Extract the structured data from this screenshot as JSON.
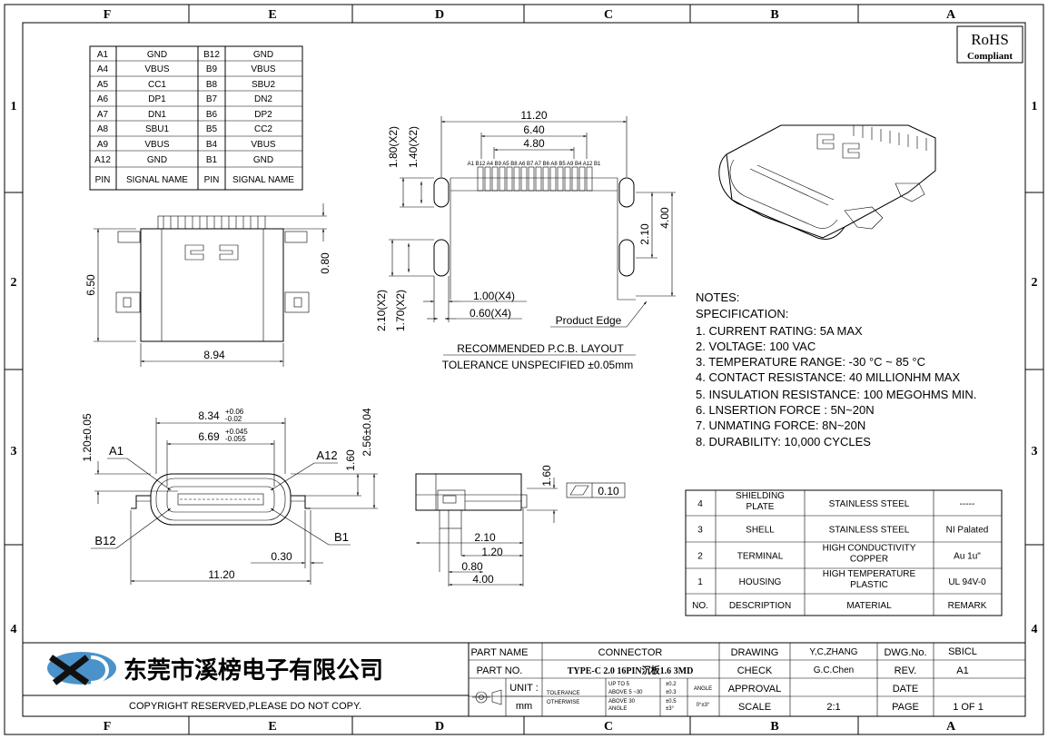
{
  "border": {
    "cols": [
      "F",
      "E",
      "D",
      "C",
      "B",
      "A"
    ],
    "rows": [
      "1",
      "2",
      "3",
      "4"
    ]
  },
  "pin_table": {
    "rows": [
      [
        "A1",
        "GND",
        "B12",
        "GND"
      ],
      [
        "A4",
        "VBUS",
        "B9",
        "VBUS"
      ],
      [
        "A5",
        "CC1",
        "B8",
        "SBU2"
      ],
      [
        "A6",
        "DP1",
        "B7",
        "DN2"
      ],
      [
        "A7",
        "DN1",
        "B6",
        "DP2"
      ],
      [
        "A8",
        "SBU1",
        "B5",
        "CC2"
      ],
      [
        "A9",
        "VBUS",
        "B4",
        "VBUS"
      ],
      [
        "A12",
        "GND",
        "B1",
        "GND"
      ]
    ],
    "header": [
      "PIN",
      "SIGNAL NAME",
      "PIN",
      "SIGNAL NAME"
    ]
  },
  "rohs": {
    "line1": "RoHS",
    "line2": "Compliant"
  },
  "dims": {
    "top_650": "6.50",
    "top_080": "0.80",
    "top_894": "8.94",
    "pcb_1120": "11.20",
    "pcb_640": "6.40",
    "pcb_480": "4.80",
    "pcb_180x2": "1.80(X2)",
    "pcb_140x2": "1.40(X2)",
    "pcb_210": "2.10",
    "pcb_400": "4.00",
    "pcb_210x2": "2.10(X2)",
    "pcb_170x2": "1.70(X2)",
    "pcb_100x4": "1.00(X4)",
    "pcb_060x4": "0.60(X4)",
    "product_edge": "Product Edge",
    "pcb_title": "RECOMMENDED   P.C.B.  LAYOUT",
    "pcb_tol": "TOLERANCE UNSPECIFIED ±0.05mm",
    "pin_labels": "A1 B12 A4 B9 A5 B8 A6 B7 A7 B6 A8 B5 A9 B4 A12 B1",
    "front_834": "8.34",
    "front_834_tol_up": "+0.06",
    "front_834_tol_dn": "-0.02",
    "front_669": "6.69",
    "front_669_tol_up": "+0.045",
    "front_669_tol_dn": "-0.055",
    "front_120": "1.20±0.05",
    "front_256": "2.56±0.04",
    "front_160": "1.60",
    "front_030": "0.30",
    "front_1120": "11.20",
    "lbl_A1": "A1",
    "lbl_A12": "A12",
    "lbl_B12": "B12",
    "lbl_B1": "B1",
    "side_160": "1.60",
    "side_flat": "0.10",
    "side_210": "2.10",
    "side_120": "1.20",
    "side_080": "0.80",
    "side_400": "4.00"
  },
  "notes": {
    "title": "NOTES:",
    "subtitle": "SPECIFICATION:",
    "items": [
      "1. CURRENT RATING: 5A MAX",
      "2. VOLTAGE: 100 VAC",
      "3. TEMPERATURE RANGE: -30 °C ~ 85 °C",
      "4. CONTACT RESISTANCE: 40 MILLIONHM MAX",
      "5. INSULATION RESISTANCE: 100 MEGOHMS MIN.",
      "6. LNSERTION FORCE : 5N~20N",
      "7. UNMATING FORCE: 8N~20N",
      "8. DURABILITY:   10,000 CYCLES"
    ]
  },
  "material_table": {
    "rows": [
      [
        "4",
        "SHIELDING PLATE",
        "STAINLESS STEEL",
        "-----"
      ],
      [
        "3",
        "SHELL",
        "STAINLESS STEEL",
        "NI Palated"
      ],
      [
        "2",
        "TERMINAL",
        "HIGH CONDUCTIVITY COPPER",
        "Au 1u\""
      ],
      [
        "1",
        "HOUSING",
        "HIGH TEMPERATURE PLASTIC",
        "UL 94V-0"
      ]
    ],
    "header": [
      "NO.",
      "DESCRIPTION",
      "MATERIAL",
      "REMARK"
    ]
  },
  "title_block": {
    "company": "东莞市溪榜电子有限公司",
    "copyright": "COPYRIGHT RESERVED,PLEASE DO NOT COPY.",
    "part_name_label": "PART NAME",
    "part_name": "CONNECTOR",
    "part_no_label": "PART NO.",
    "part_no": "TYPE-C 2.0 16PIN沉板1.6 3MD",
    "unit_label": "UNIT :",
    "unit": "mm",
    "tolerance_label": "TOLERANCE",
    "otherwise_label": "OTHERWISE",
    "tol_up5": "UP TO 5",
    "tol_up5_v": "±0.2",
    "tol_5_30": "ABOVE 5 ~30",
    "tol_5_30_v": "±0.3",
    "tol_30": "ABOVE 30",
    "tol_30_v": "±0.5",
    "angle_small": "ANGLE",
    "angle_v": "±3°",
    "angle_label": "ANGLE",
    "angle_val": "0°±3°",
    "drawing_label": "DRAWING",
    "drawing": "Y,C,ZHANG",
    "check_label": "CHECK",
    "check": "G.C.Chen",
    "approval_label": "APPROVAL",
    "approval": "",
    "scale_label": "SCALE",
    "scale": "2:1",
    "dwg_label": "DWG.No.",
    "dwg": "SBICL",
    "rev_label": "REV.",
    "rev": "A1",
    "date_label": "DATE",
    "date": "",
    "page_label": "PAGE",
    "page": "1 OF 1"
  }
}
